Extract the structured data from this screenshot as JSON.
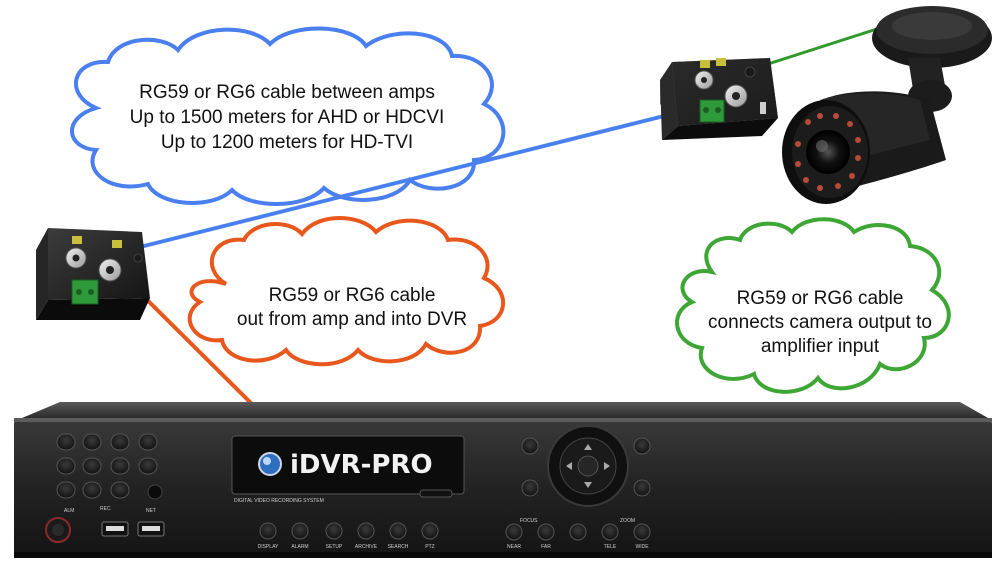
{
  "clouds": {
    "blue": {
      "color": "#4a7ff0",
      "lines": [
        "RG59 or RG6 cable between amps",
        "Up to 1500 meters for AHD or HDCVI",
        "Up to 1200 meters for HD-TVI"
      ]
    },
    "orange": {
      "color": "#e8571c",
      "lines": [
        "RG59 or RG6 cable",
        "out from amp and into DVR"
      ]
    },
    "green": {
      "color": "#3ea635",
      "lines": [
        "RG59 or RG6 cable",
        "connects camera output to",
        "amplifier input"
      ]
    }
  },
  "dvr": {
    "brand": "iDVR-PRO",
    "subtitle": "DIGITAL VIDEO RECORDING SYSTEM",
    "numpad_labels": [
      "ALM",
      "REC",
      "NET"
    ],
    "bottom_buttons": [
      "DISPLAY",
      "ALARM",
      "SETUP",
      "ARCHIVE",
      "SEARCH",
      "PTZ"
    ],
    "focus_label": "FOCUS",
    "zoom_label": "ZOOM",
    "focus_buttons": [
      "NEAR",
      "FAR"
    ],
    "zoom_buttons": [
      "TELE",
      "WIDE"
    ]
  },
  "cables": {
    "blue": "#4a7ff0",
    "orange": "#e8571c",
    "green": "#2f9a2a"
  }
}
